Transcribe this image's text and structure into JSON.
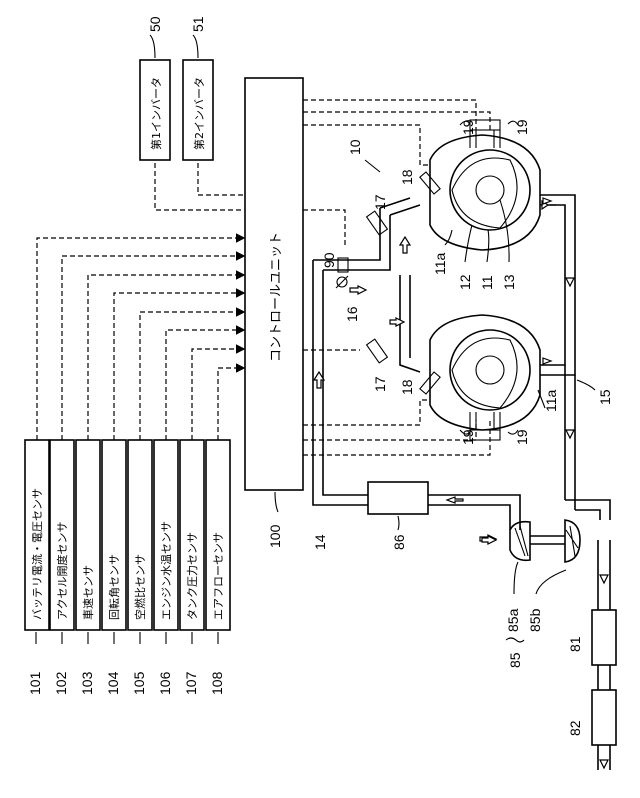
{
  "sensors": [
    {
      "ref": "101",
      "label": "バッテリ電流・電圧センサ"
    },
    {
      "ref": "102",
      "label": "アクセル開度センサ"
    },
    {
      "ref": "103",
      "label": "車速センサ"
    },
    {
      "ref": "104",
      "label": "回転角センサ"
    },
    {
      "ref": "105",
      "label": "空燃比センサ"
    },
    {
      "ref": "106",
      "label": "エンジン水温センサ"
    },
    {
      "ref": "107",
      "label": "タンク圧力センサ"
    },
    {
      "ref": "108",
      "label": "エアフローセンサ"
    }
  ],
  "inverters": [
    {
      "ref": "50",
      "label": "第1インバータ"
    },
    {
      "ref": "51",
      "label": "第2インバータ"
    }
  ],
  "control_unit": {
    "ref": "100",
    "label": "コントロールユニット"
  },
  "refs": {
    "engine": "10",
    "rotor_housing": "11",
    "housing_a_top": "11a",
    "housing_a_bottom": "11a",
    "rotor": "12",
    "shaft": "13",
    "intake": "14",
    "exhaust": "15",
    "valve": "16",
    "injector_top": "17",
    "injector_bottom": "17",
    "plug_top": "18",
    "plug_bottom": "18",
    "plug_19_a": "19",
    "plug_19_b": "19",
    "plug_19_c": "19",
    "plug_19_d": "19",
    "tank_valve": "90",
    "cooler": "86",
    "turbo": "85",
    "compressor": "85a",
    "turbine": "85b",
    "catalyst_1": "81",
    "catalyst_2": "82"
  }
}
